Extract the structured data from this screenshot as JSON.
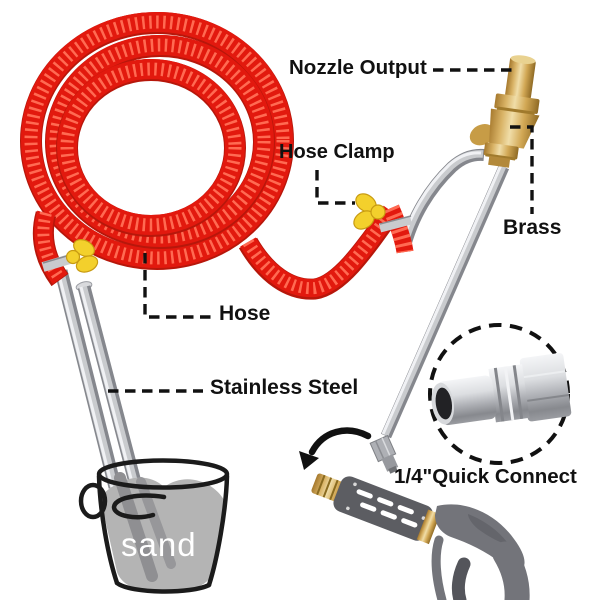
{
  "labels": {
    "nozzle_output": "Nozzle Output",
    "hose_clamp": "Hose Clamp",
    "brass": "Brass",
    "hose": "Hose",
    "stainless_steel": "Stainless Steel",
    "quick_connect": "1/4\"Quick Connect",
    "sand": "sand"
  },
  "colors": {
    "background": "#ffffff",
    "hose_red": "#e2190e",
    "hose_rib_highlight": "#ff6a52",
    "clamp_yellow": "#f3d02c",
    "brass_gold": "#d2a855",
    "steel_gray": "#c9cbce",
    "gun_body_gray": "#73747a",
    "gun_barrel_gray": "#5c5d62",
    "sand_gray": "#b4b4b4",
    "line_black": "#111111",
    "label_text": "#111111",
    "sand_text": "#ffffff"
  }
}
